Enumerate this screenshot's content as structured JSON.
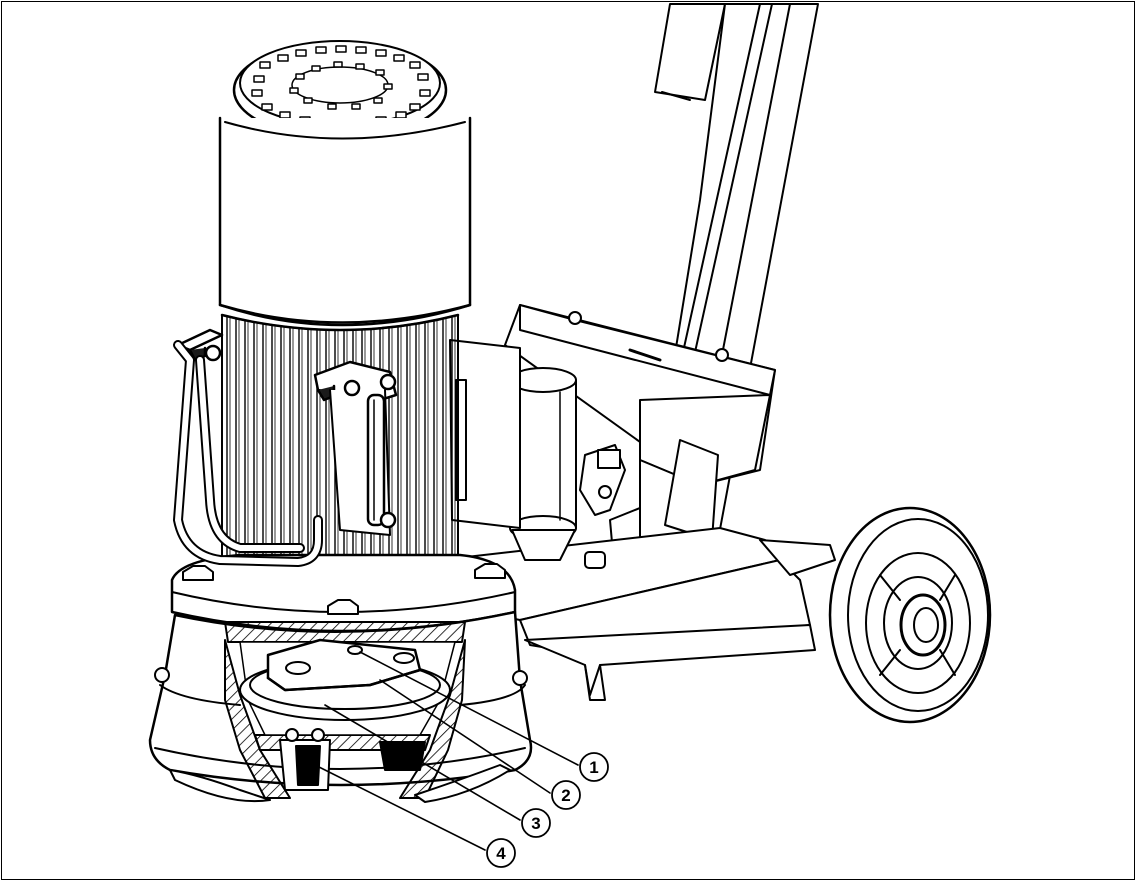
{
  "callouts": [
    {
      "id": "1",
      "label": "1"
    },
    {
      "id": "2",
      "label": "2"
    },
    {
      "id": "3",
      "label": "3"
    },
    {
      "id": "4",
      "label": "4"
    }
  ],
  "colors": {
    "line": "#000000",
    "background": "#ffffff",
    "shade": "#9a9a9a",
    "dark": "#1a1a1a"
  }
}
